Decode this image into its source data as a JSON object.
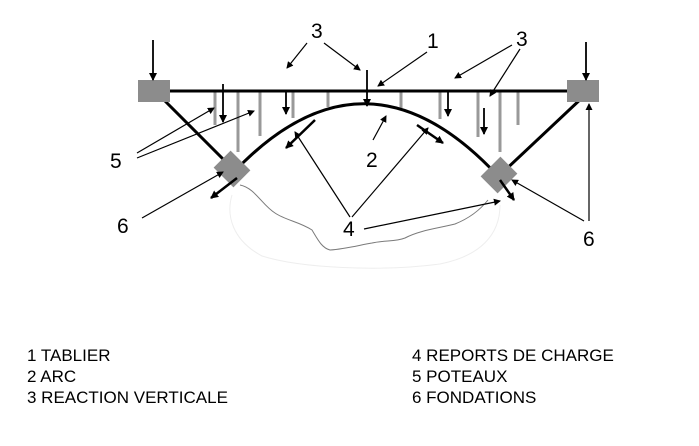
{
  "diagram": {
    "callouts": {
      "deck": "1",
      "arch": "2",
      "reaction": "3",
      "load_transfer": "4",
      "posts": "5",
      "foundations": "6"
    }
  },
  "legend": {
    "left": [
      "1 TABLIER",
      "2 ARC",
      "3 REACTION VERTICALE"
    ],
    "right": [
      "4 REPORTS DE CHARGE",
      "5 POTEAUX",
      "6 FONDATIONS"
    ]
  },
  "colors": {
    "line": "#000000",
    "post": "#999999",
    "block": "#8c8c8c",
    "ground": "#7a7a7a"
  }
}
